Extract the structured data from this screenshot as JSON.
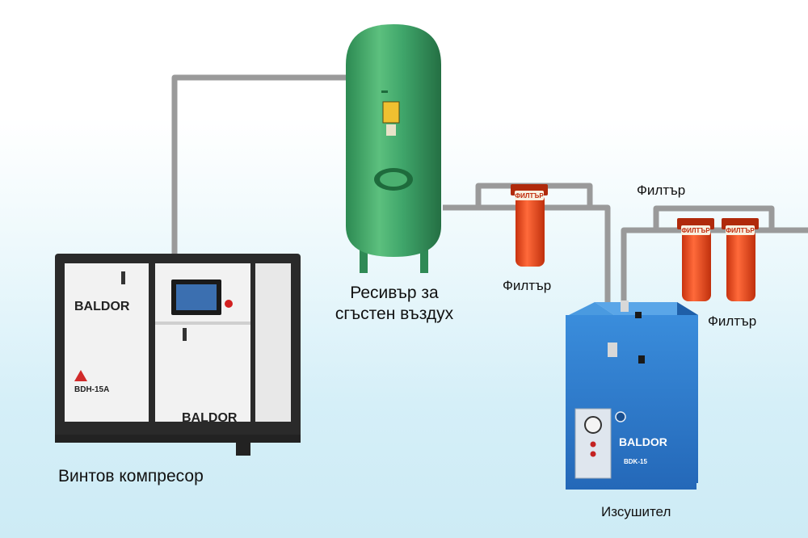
{
  "labels": {
    "compressor": "Винтов компресор",
    "receiver_line1": "Ресивър за",
    "receiver_line2": "сгъстен въздух",
    "filter_1": "Филтър",
    "filter_2": "Филтър",
    "filter_3": "Филтър",
    "dryer": "Изсушител"
  },
  "equipment_text": {
    "compressor_brand_top": "BALDOR",
    "compressor_brand_bottom": "BALDOR",
    "compressor_model": "BDH-15A",
    "dryer_brand": "BALDOR",
    "dryer_model": "BDK-15",
    "filter_badge": "ФИЛТЪР"
  },
  "colors": {
    "pipe": "#9a9a9a",
    "tank": "#3fa56a",
    "filter": "#f04a1c",
    "dryer": "#2f7ed0",
    "compressor_frame": "#2a2a2a",
    "compressor_panel": "#f2f2f2"
  }
}
